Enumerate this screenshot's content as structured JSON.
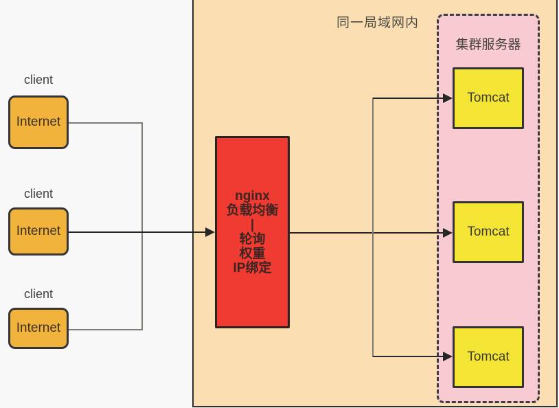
{
  "diagram": {
    "lan_label": "同一局域网内",
    "cluster_label": "集群服务器",
    "clients": [
      {
        "label": "client",
        "box_text": "Internet"
      },
      {
        "label": "client",
        "box_text": "Internet"
      },
      {
        "label": "client",
        "box_text": "Internet"
      }
    ],
    "load_balancer": {
      "lines": [
        "nginx",
        "负载均衡",
        "|",
        "轮询",
        "权重",
        "IP绑定"
      ]
    },
    "servers": [
      {
        "label": "Tomcat"
      },
      {
        "label": "Tomcat"
      },
      {
        "label": "Tomcat"
      }
    ],
    "palette": {
      "left_bg": "#f8f8f8",
      "lan_bg": "#fbdfb2",
      "cluster_bg": "#f8cbd3",
      "client_fill": "#f2b33d",
      "nginx_fill": "#ef3b31",
      "tomcat_fill": "#f4e535",
      "border_dark": "#333333",
      "line_gray": "#7d7d76",
      "line_dark": "#262626",
      "label_color": "#4c4b44",
      "nginx_text": "#3c2523"
    }
  }
}
